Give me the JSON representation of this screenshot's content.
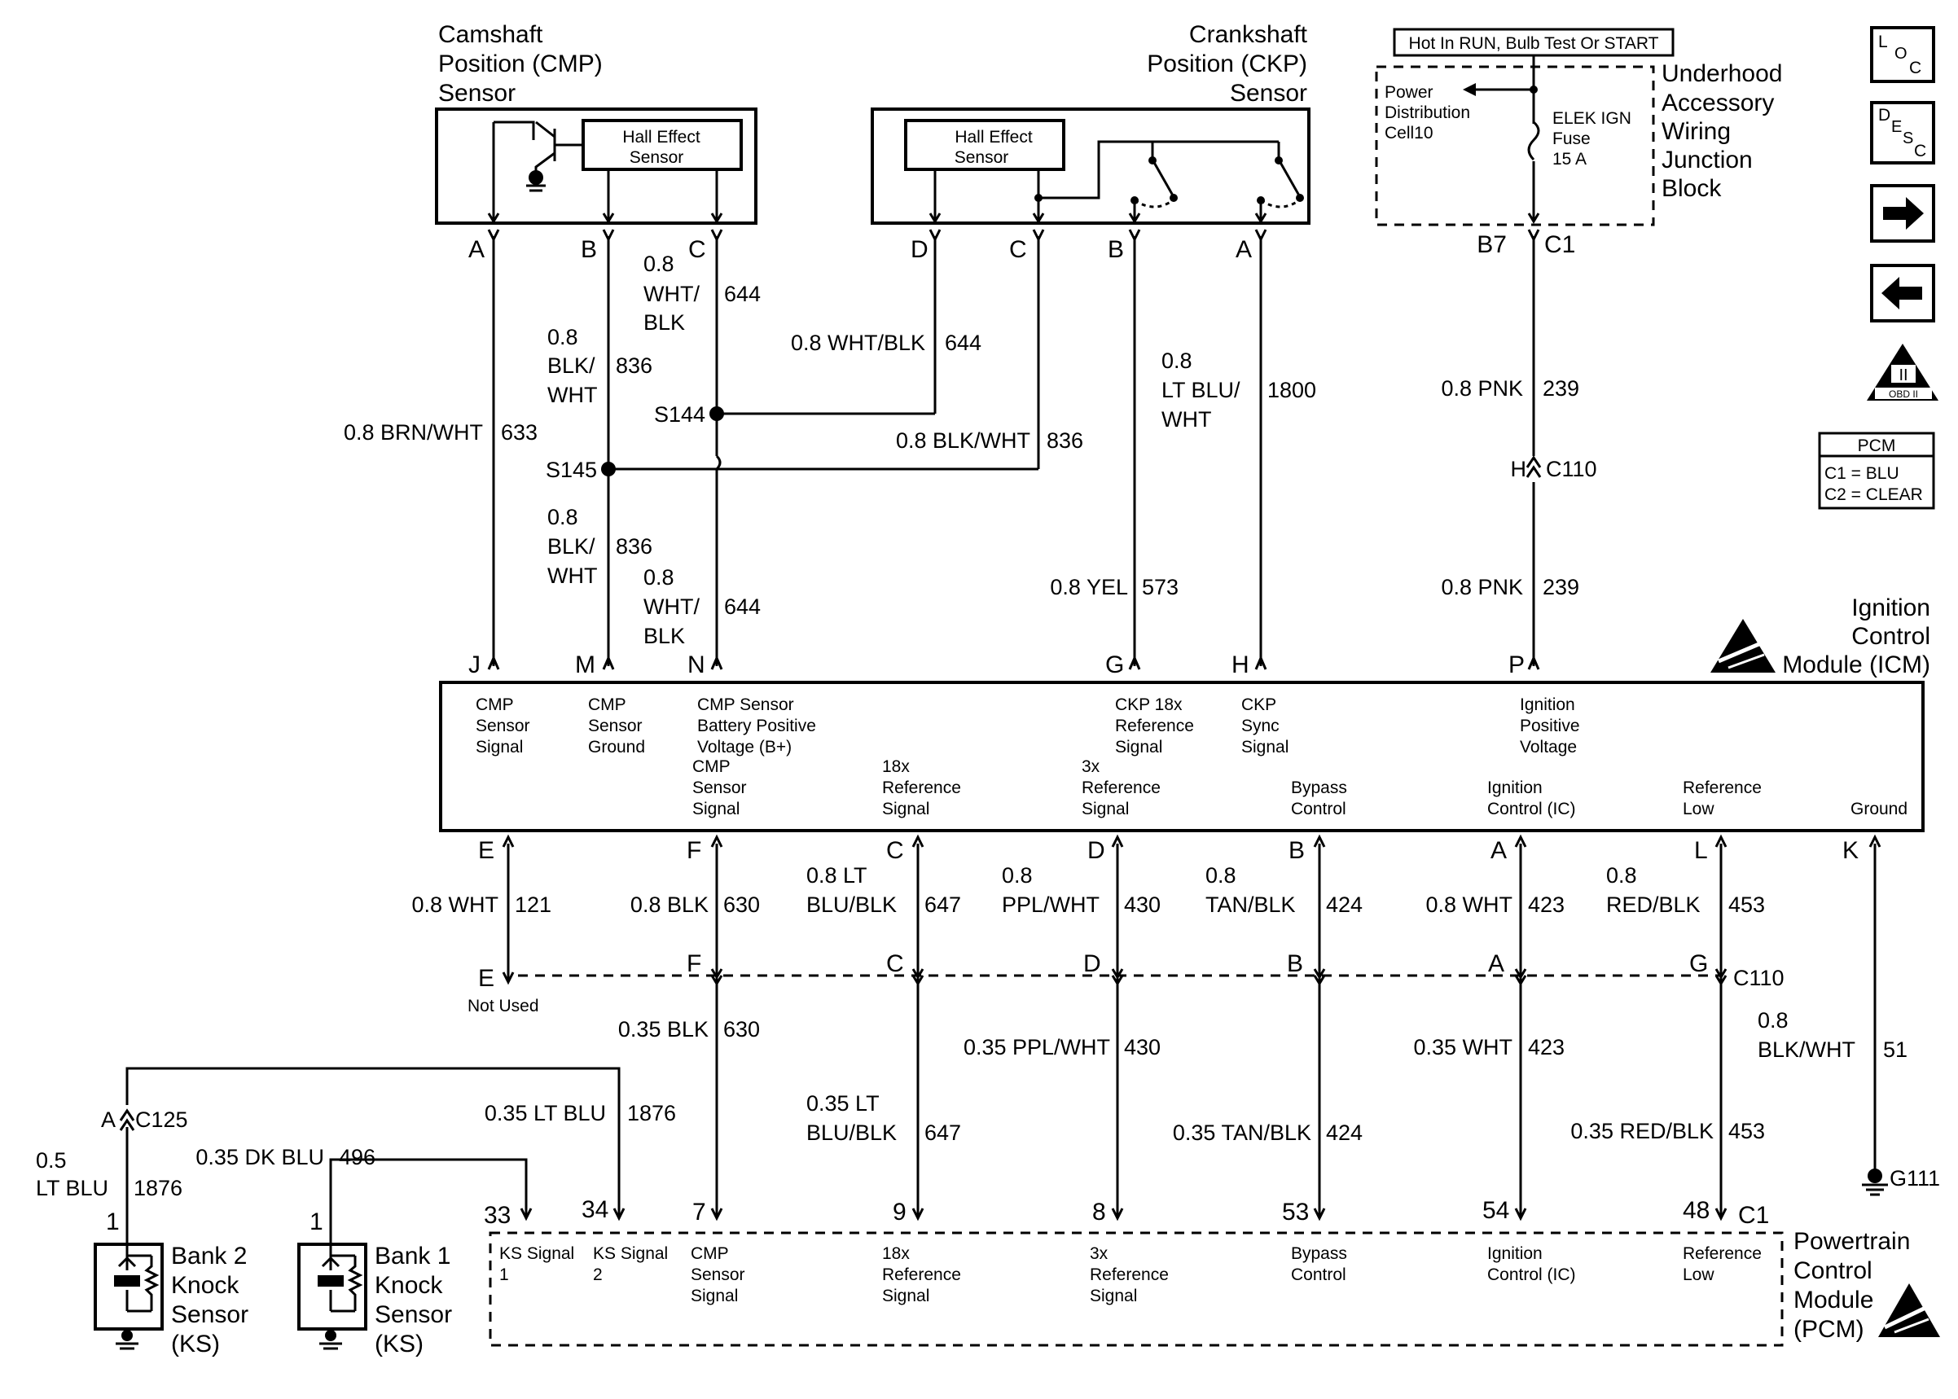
{
  "camshaft_sensor": {
    "title": [
      "Camshaft",
      "Position (CMP)",
      "Sensor"
    ],
    "inner_label": [
      "Hall Effect",
      "Sensor"
    ],
    "pins": [
      "A",
      "B",
      "C"
    ]
  },
  "crankshaft_sensor": {
    "title": [
      "Crankshaft",
      "Position (CKP)",
      "Sensor"
    ],
    "inner_label": [
      "Hall Effect",
      "Sensor"
    ],
    "pins": [
      "D",
      "C",
      "B",
      "A"
    ]
  },
  "junction_block": {
    "hot_label": "Hot In RUN, Bulb Test Or START",
    "power_distribution": [
      "Power",
      "Distribution",
      "Cell10"
    ],
    "fuse": [
      "ELEK IGN",
      "Fuse",
      "15 A"
    ],
    "title": [
      "Underhood",
      "Accessory",
      "Wiring",
      "Junction",
      "Block"
    ],
    "pin_left": "B7",
    "pin_right": "C1"
  },
  "side_icons": {
    "loc": [
      "L",
      "O",
      "C"
    ],
    "desc": [
      "D",
      "E",
      "S",
      "C"
    ],
    "obd": [
      "II",
      "OBD II"
    ]
  },
  "pcm_legend": {
    "title": "PCM",
    "lines": [
      "C1 = BLU",
      "C2 = CLEAR"
    ]
  },
  "upper_wires": {
    "cmp_signal": [
      "0.8 BRN/WHT",
      "633"
    ],
    "cmp_ground_top": [
      "0.8",
      "BLK/",
      "WHT",
      "836"
    ],
    "cmp_power_top": [
      "0.8",
      "WHT/",
      "BLK",
      "644"
    ],
    "ckp_power": [
      "0.8 WHT/BLK",
      "644"
    ],
    "ckp_ground": [
      "0.8 BLK/WHT",
      "836"
    ],
    "ckp_sync": [
      "0.8",
      "LT BLU/",
      "WHT",
      "1800"
    ],
    "ckp_ref": [
      "0.8 YEL",
      "573"
    ],
    "cmp_ground_bot": [
      "0.8",
      "BLK/",
      "WHT",
      "836"
    ],
    "cmp_power_bot": [
      "0.8",
      "WHT/",
      "BLK",
      "644"
    ],
    "ign_pos_top": [
      "0.8 PNK",
      "239"
    ],
    "ign_pos_bot": [
      "0.8 PNK",
      "239"
    ],
    "splice_1": "S144",
    "splice_2": "S145",
    "connector_c110": [
      "H",
      "C110"
    ]
  },
  "icm": {
    "title": [
      "Ignition",
      "Control",
      "Module (ICM)"
    ],
    "top_pins": [
      "J",
      "M",
      "N",
      "G",
      "H",
      "P"
    ],
    "top_labels": [
      [
        "CMP",
        "Sensor",
        "Signal"
      ],
      [
        "CMP",
        "Sensor",
        "Ground"
      ],
      [
        "CMP Sensor",
        "Battery Positive",
        "Voltage (B+)"
      ],
      [
        "CKP 18x",
        "Reference",
        "Signal"
      ],
      [
        "CKP",
        "Sync",
        "Signal"
      ],
      [
        "Ignition",
        "Positive",
        "Voltage"
      ]
    ],
    "bottom_labels": [
      [
        "CMP",
        "Sensor",
        "Signal"
      ],
      [
        "18x",
        "Reference",
        "Signal"
      ],
      [
        "3x",
        "Reference",
        "Signal"
      ],
      [
        "Bypass",
        "Control"
      ],
      [
        "Ignition",
        "Control (IC)"
      ],
      [
        "Reference",
        "Low"
      ],
      [
        "Ground"
      ]
    ],
    "bottom_pins": [
      "E",
      "F",
      "C",
      "D",
      "B",
      "A",
      "L",
      "K"
    ]
  },
  "lower_wires": {
    "w121": [
      "0.8 WHT",
      "121"
    ],
    "w630": [
      "0.8 BLK",
      "630"
    ],
    "w647": [
      "0.8 LT",
      "BLU/BLK",
      "647"
    ],
    "w430": [
      "0.8",
      "PPL/WHT",
      "430"
    ],
    "w424": [
      "0.8",
      "TAN/BLK",
      "424"
    ],
    "w423": [
      "0.8 WHT",
      "423"
    ],
    "w453": [
      "0.8",
      "RED/BLK",
      "453"
    ],
    "c110_pins": [
      "E",
      "F",
      "C",
      "D",
      "B",
      "A",
      "G",
      "C110"
    ],
    "not_used": "Not Used",
    "p630": [
      "0.35 BLK",
      "630"
    ],
    "p430": [
      "0.35 PPL/WHT",
      "430"
    ],
    "p423": [
      "0.35 WHT",
      "423"
    ],
    "gnd51": [
      "0.8",
      "BLK/WHT",
      "51"
    ],
    "p647": [
      "0.35 LT",
      "BLU/BLK",
      "647"
    ],
    "p424": [
      "0.35 TAN/BLK",
      "424"
    ],
    "p453": [
      "0.35 RED/BLK",
      "453"
    ],
    "ground": "G111",
    "ks1876": [
      "0.35 LT BLU",
      "1876"
    ],
    "ks496": [
      "0.35 DK BLU",
      "496"
    ],
    "c125": [
      "A",
      "C125"
    ],
    "ks_bank2_wire": [
      "0.5",
      "LT BLU",
      "1876"
    ]
  },
  "knock_sensors": {
    "bank2": [
      "Bank 2",
      "Knock",
      "Sensor",
      "(KS)"
    ],
    "bank1": [
      "Bank 1",
      "Knock",
      "Sensor",
      "(KS)"
    ],
    "pin": "1"
  },
  "pcm": {
    "pins": [
      "33",
      "34",
      "7",
      "9",
      "8",
      "53",
      "54",
      "48",
      "C1"
    ],
    "labels": [
      [
        "KS Signal",
        "1"
      ],
      [
        "KS Signal",
        "2"
      ],
      [
        "CMP",
        "Sensor",
        "Signal"
      ],
      [
        "18x",
        "Reference",
        "Signal"
      ],
      [
        "3x",
        "Reference",
        "Signal"
      ],
      [
        "Bypass",
        "Control"
      ],
      [
        "Ignition",
        "Control (IC)"
      ],
      [
        "Reference",
        "Low"
      ]
    ],
    "title": [
      "Powertrain",
      "Control",
      "Module",
      "(PCM)"
    ]
  }
}
